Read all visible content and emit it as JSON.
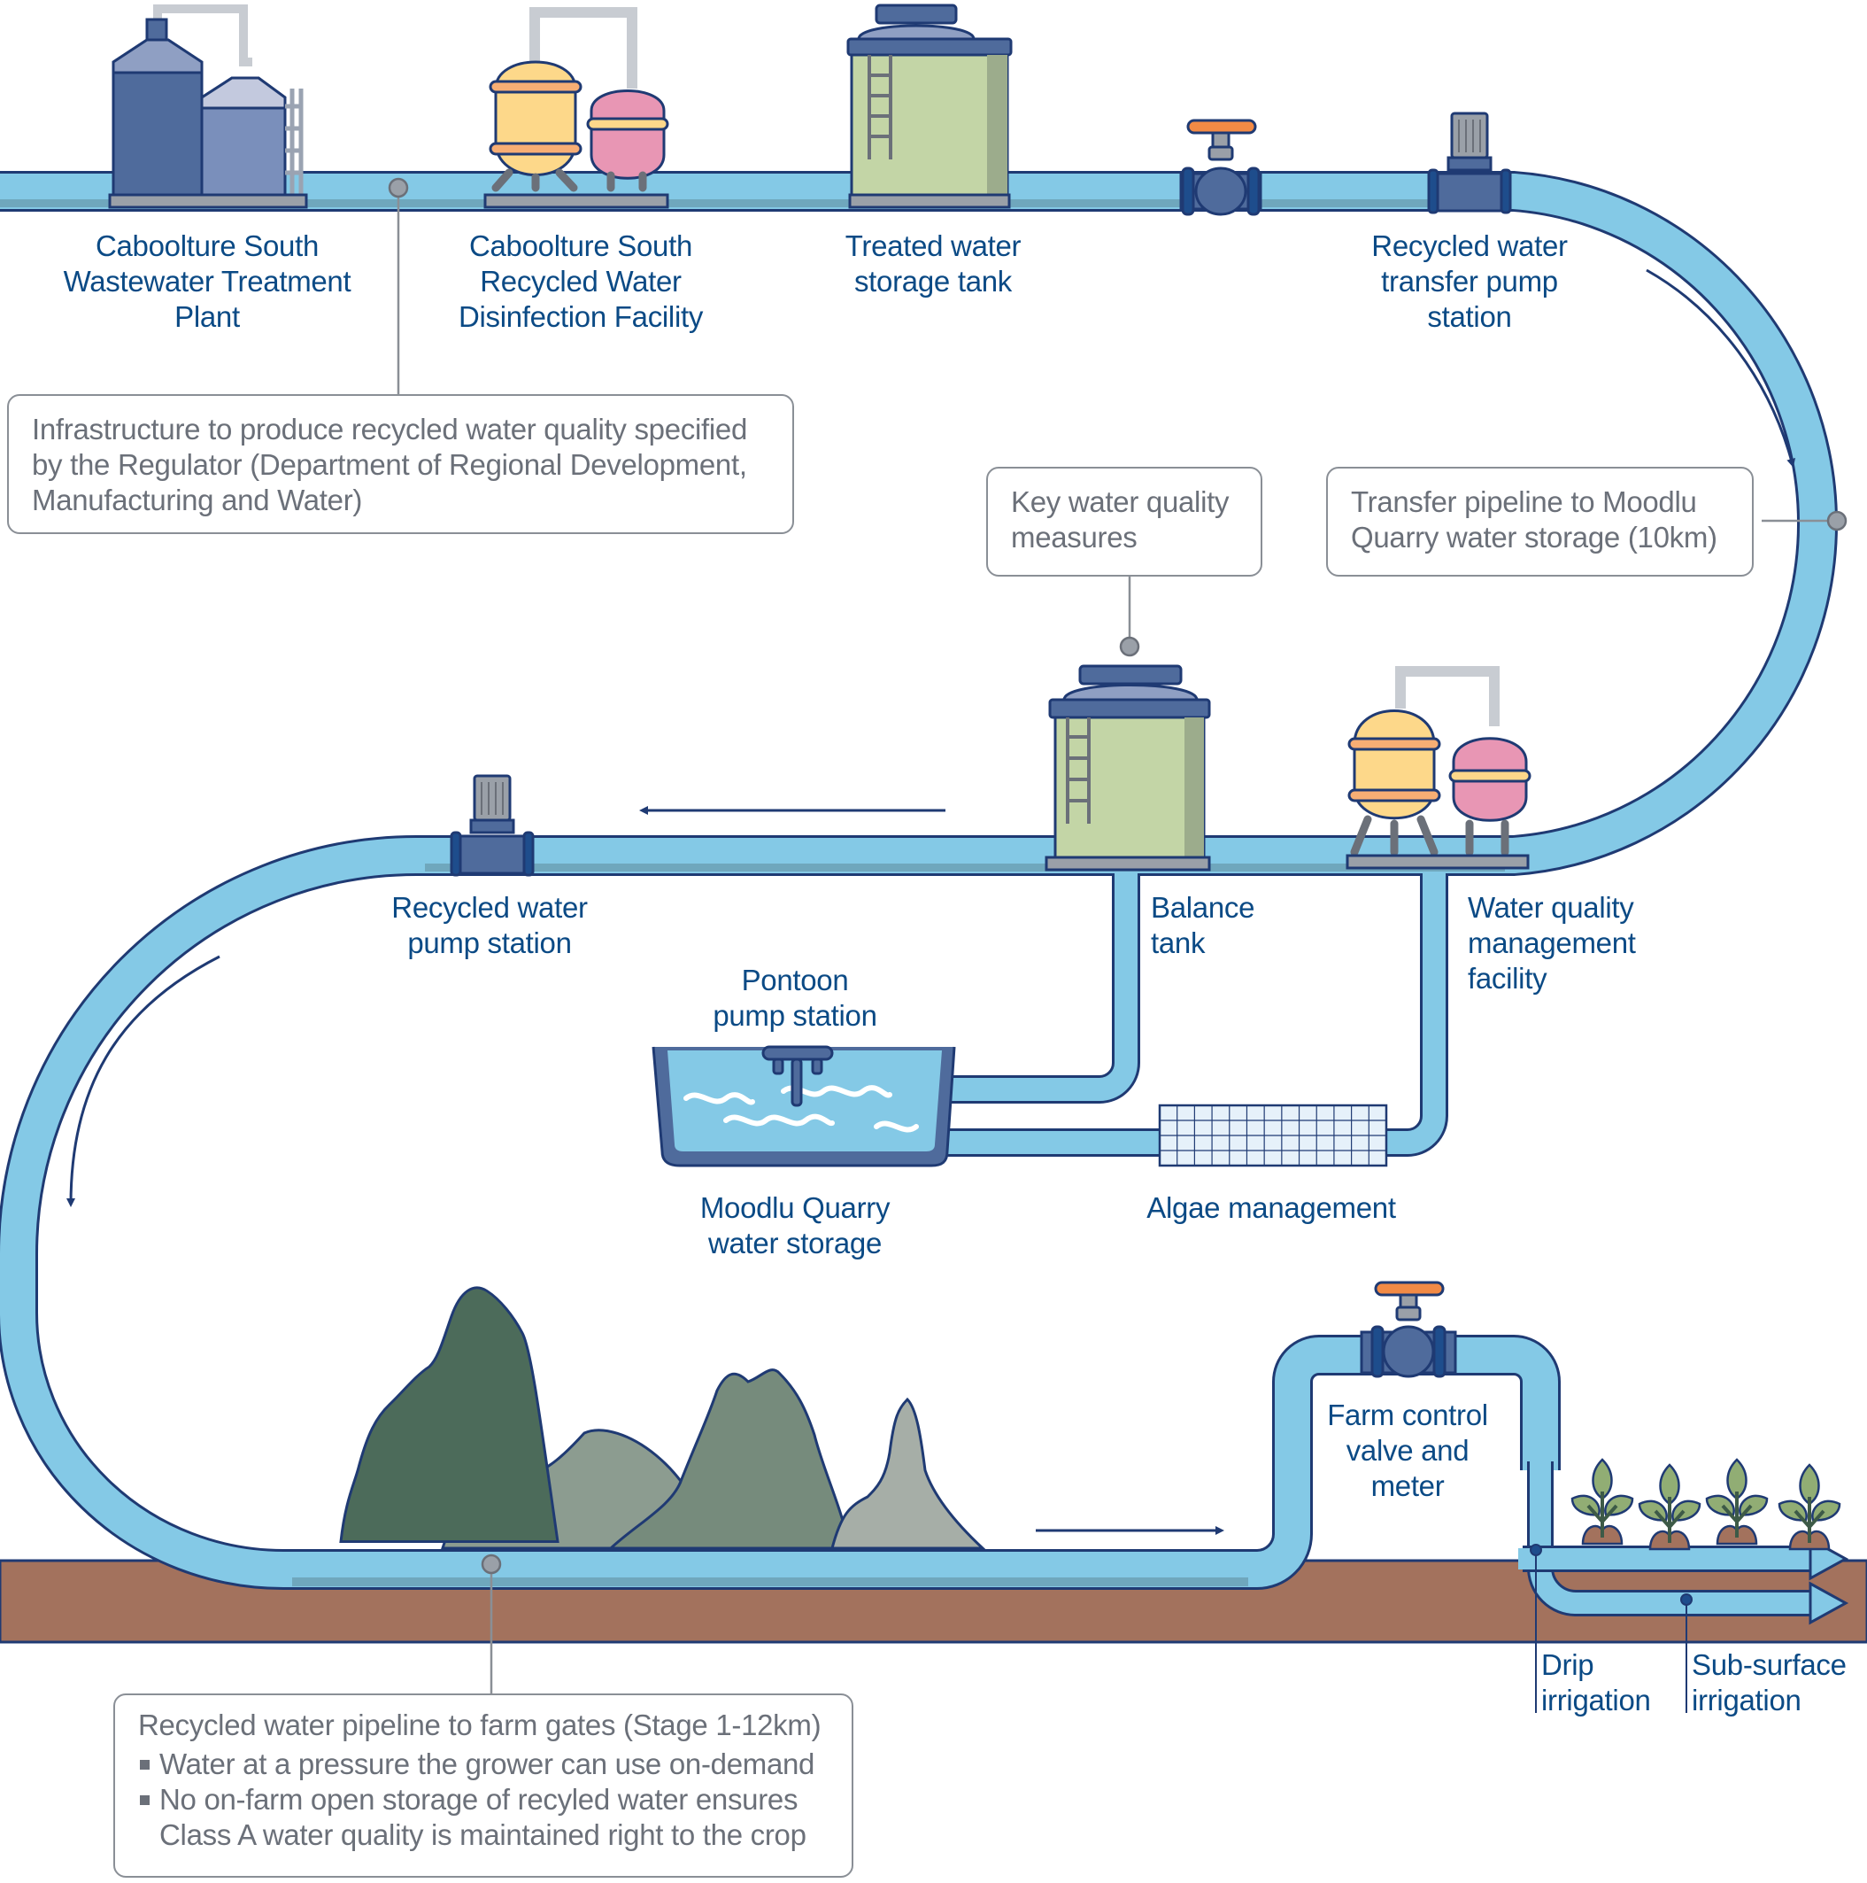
{
  "diagram": {
    "title": "Recycled water supply scheme diagram",
    "colors": {
      "pipe": "#84c9e6",
      "pipe_shadow": "#6fa7bd",
      "outline": "#1f3a73",
      "label_text": "#0b4a85",
      "callout_text": "#6b7079",
      "ground": "#a3725d",
      "valve_handle": "#f28a45",
      "tank_green": "#c3d5a6",
      "tank_blue": "#4f6b9c",
      "vessel_yellow": "#fdd88a",
      "vessel_pink": "#e896b4",
      "hill_dark": "#4c6b5a",
      "hill_mid": "#768b7c",
      "hill_light": "#8c9c90",
      "hill_pale": "#a6aea7",
      "plant_leaf": "#91ad74"
    },
    "labels": {
      "wastewater_plant": "Caboolture South\nWastewater Treatment\nPlant",
      "disinfection_facility": "Caboolture South\nRecycled Water\nDisinfection Facility",
      "treated_storage_tank": "Treated water\nstorage tank",
      "transfer_pump_station": "Recycled water\ntransfer pump\nstation",
      "recycled_pump_station": "Recycled water\npump station",
      "balance_tank": "Balance\ntank",
      "water_quality_facility": "Water quality\nmanagement\nfacility",
      "pontoon_pump_station": "Pontoon\npump station",
      "moodlu_storage": "Moodlu Quarry\nwater storage",
      "algae_management": "Algae management",
      "farm_control_valve": "Farm control\nvalve and\nmeter",
      "drip_irrigation": "Drip\nirrigation",
      "subsurface_irrigation": "Sub-surface\nirrigation"
    },
    "callouts": {
      "infrastructure": "Infrastructure to produce recycled water quality specified by the Regulator (Department of Regional Development, Manufacturing and Water)",
      "key_quality": "Key water quality measures",
      "transfer_pipeline": "Transfer pipeline to Moodlu Quarry water storage (10km)",
      "farm_pipeline": {
        "title": "Recycled water pipeline to farm gates (Stage 1-12km)",
        "bullets": [
          "Water at a pressure the grower can use on-demand",
          "No on-farm open storage of recyled water ensures Class A water quality is maintained right to the crop"
        ]
      }
    },
    "icons": [
      "wastewater-treatment-tanks-icon",
      "disinfection-vessels-icon",
      "storage-tank-icon",
      "gate-valve-icon",
      "pump-icon",
      "balance-tank-icon",
      "quality-vessels-icon",
      "pontoon-pump-icon",
      "quarry-reservoir-icon",
      "algae-filter-grid-icon",
      "farm-valve-icon",
      "seedling-icon",
      "hills-icon",
      "flow-arrow-icon"
    ]
  }
}
